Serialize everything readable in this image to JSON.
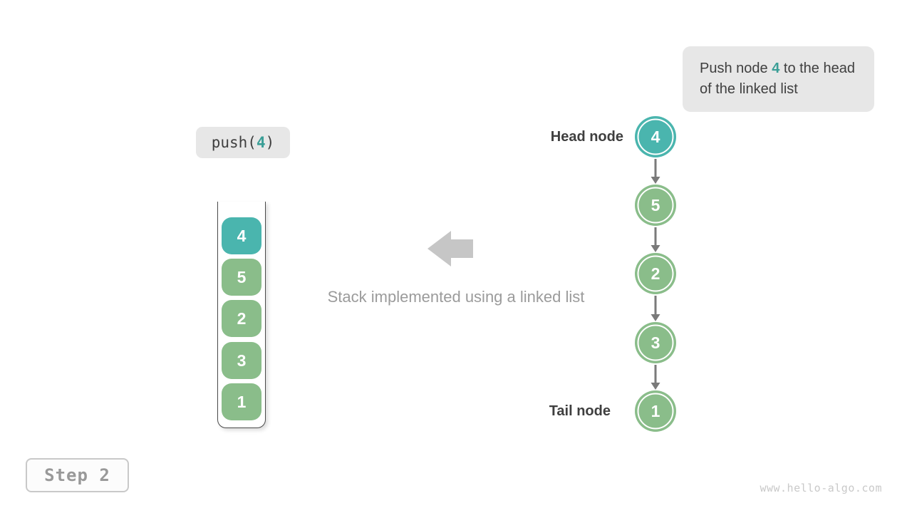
{
  "colors": {
    "teal": "#4AB5AE",
    "green": "#8ABD8A",
    "teal_dark": "#3A9E96",
    "note_bg": "#E7E7E7",
    "dark_text": "#3F3F3F",
    "muted_text": "#9B9B9B",
    "arrow_gray": "#7A7A7A",
    "block_arrow_gray": "#C6C6C6",
    "frame": "#4A4A4A",
    "step_text": "#999999",
    "watermark_color": "#C9C9C9"
  },
  "note": {
    "text_before": "Push node ",
    "highlight": "4",
    "text_after": " to the head of the linked list"
  },
  "operation": {
    "prefix": "push(",
    "argument": "4",
    "suffix": ")"
  },
  "stack": {
    "items": [
      {
        "value": "4",
        "color": "teal"
      },
      {
        "value": "5",
        "color": "green"
      },
      {
        "value": "2",
        "color": "green"
      },
      {
        "value": "3",
        "color": "green"
      },
      {
        "value": "1",
        "color": "green"
      }
    ]
  },
  "caption": "Stack implemented using a linked list",
  "linked_list": {
    "head_label": "Head node",
    "tail_label": "Tail node",
    "nodes": [
      {
        "value": "4",
        "color": "teal"
      },
      {
        "value": "5",
        "color": "green"
      },
      {
        "value": "2",
        "color": "green"
      },
      {
        "value": "3",
        "color": "green"
      },
      {
        "value": "1",
        "color": "green"
      }
    ]
  },
  "step_label": "Step 2",
  "watermark": "www.hello-algo.com"
}
